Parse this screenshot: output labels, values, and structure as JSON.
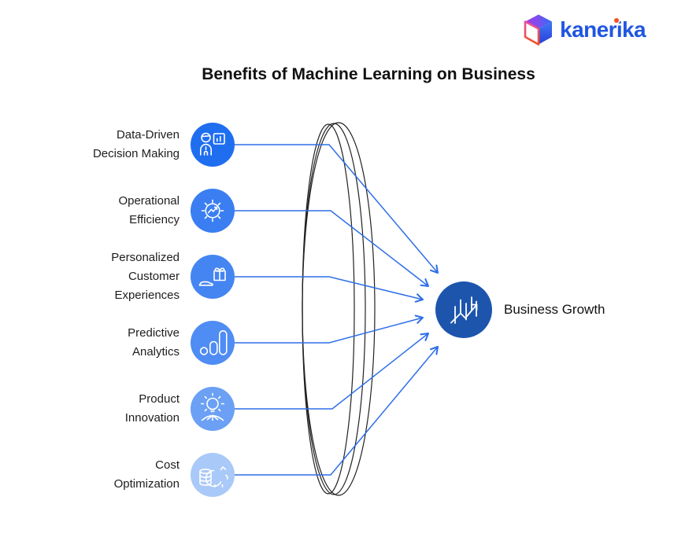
{
  "logo": {
    "text": "kanerika",
    "icon": "kanerika-cube-logo",
    "brand_color": "#2056e0",
    "accent_dot_color": "#f4511e"
  },
  "title": "Benefits of Machine Learning on Business",
  "benefits": [
    {
      "label": "Data-Driven\nDecision Making",
      "icon": "presenter-chart-icon",
      "circle_color": "#1f6ef0"
    },
    {
      "label": "Operational\nEfficiency",
      "icon": "gear-trend-icon",
      "circle_color": "#3a7ef2"
    },
    {
      "label": "Personalized\nCustomer\nExperiences",
      "icon": "gift-hand-icon",
      "circle_color": "#4485f2"
    },
    {
      "label": "Predictive\nAnalytics",
      "icon": "analytics-bars-icon",
      "circle_color": "#4f8cf4"
    },
    {
      "label": "Product\nInnovation",
      "icon": "lightbulb-hands-icon",
      "circle_color": "#6ba0f4"
    },
    {
      "label": "Cost\nOptimization",
      "icon": "piggy-bank-coins-icon",
      "circle_color": "#a9c9f8"
    }
  ],
  "result": {
    "label": "Business Growth",
    "icon": "growth-chart-arrow-icon",
    "circle_color": "#1d55ad"
  },
  "connector_color": "#2e6fe8",
  "lens_stroke_color": "#222222"
}
